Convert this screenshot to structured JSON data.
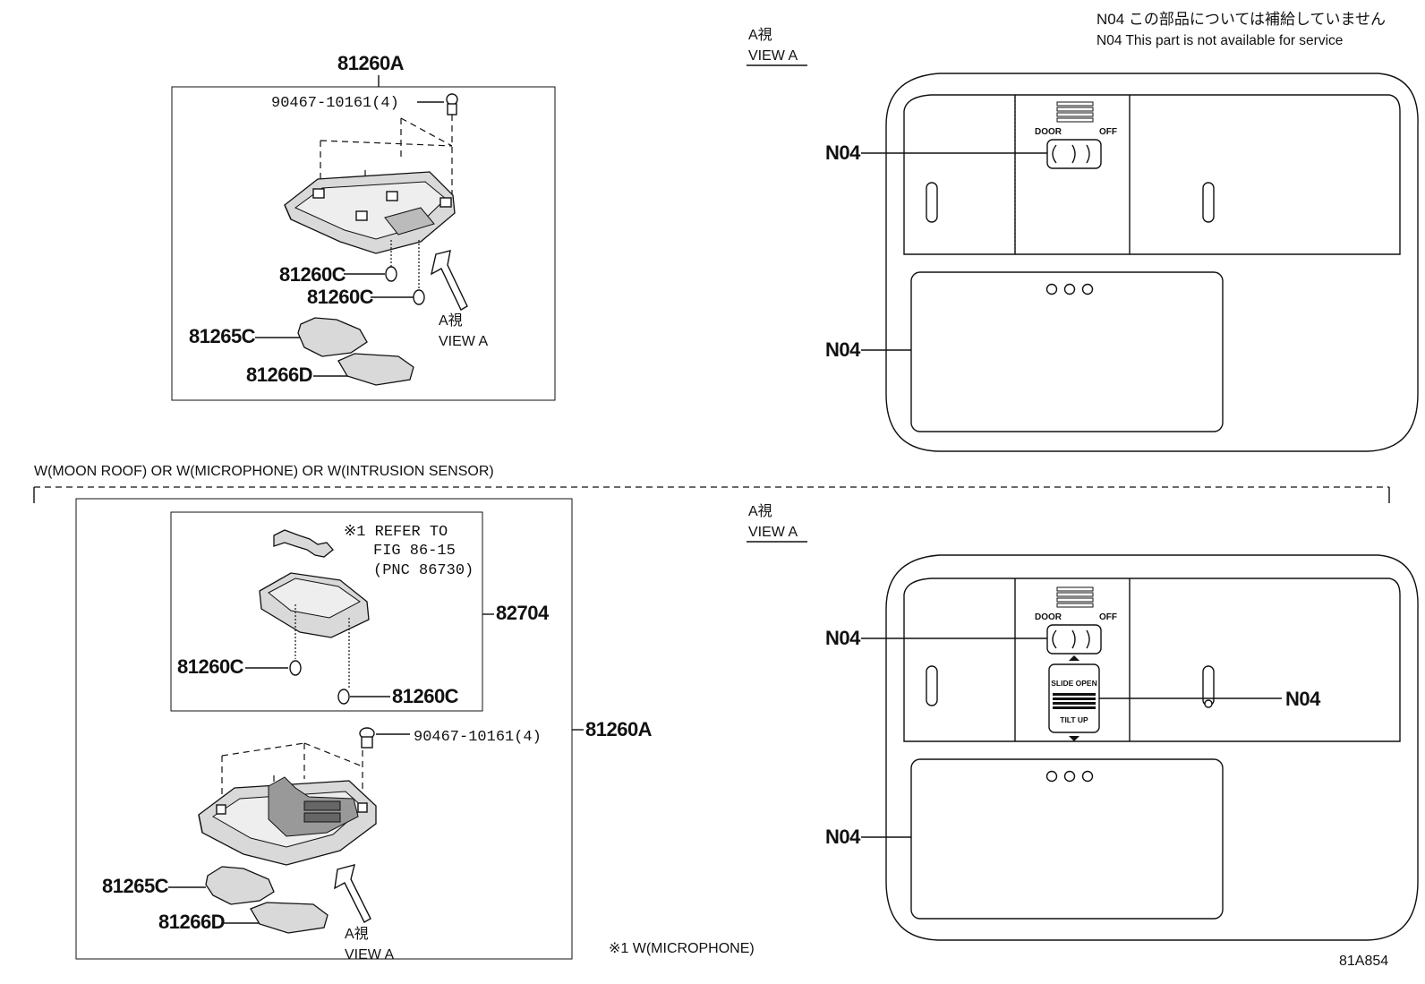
{
  "note": {
    "jp": "N04 この部品については補給していません",
    "en": "N04 This part is not available for service"
  },
  "top": {
    "assembly_label": "81260A",
    "bolt_label": "90467-10161(4)",
    "clip1_label": "81260C",
    "clip2_label": "81260C",
    "lens1_label": "81265C",
    "lens2_label": "81266D",
    "view_jp": "A視",
    "view_en": "VIEW A"
  },
  "top_view": {
    "title_jp": "A視",
    "title_en": "VIEW A",
    "switch_left": "DOOR",
    "switch_right": "OFF",
    "callout_switch": "N04",
    "callout_panel": "N04"
  },
  "condition_label": "W(MOON ROOF) OR W(MICROPHONE) OR W(INTRUSION SENSOR)",
  "bottom": {
    "refer_line1": "※1 REFER TO",
    "refer_line2": "FIG 86-15",
    "refer_line3": "(PNC 86730)",
    "sub_assembly_label": "82704",
    "clip1_label": "81260C",
    "clip2_label": "81260C",
    "bolt_label": "90467-10161(4)",
    "assembly_label": "81260A",
    "lens1_label": "81265C",
    "lens2_label": "81266D",
    "view_jp": "A視",
    "view_en": "VIEW A",
    "footnote": "※1 W(MICROPHONE)"
  },
  "bottom_view": {
    "title_jp": "A視",
    "title_en": "VIEW A",
    "switch_left": "DOOR",
    "switch_right": "OFF",
    "roof_top": "SLIDE OPEN",
    "roof_bottom": "TILT UP",
    "callout_switch": "N04",
    "callout_roof": "N04",
    "callout_panel": "N04"
  },
  "figure_code": "81A854"
}
